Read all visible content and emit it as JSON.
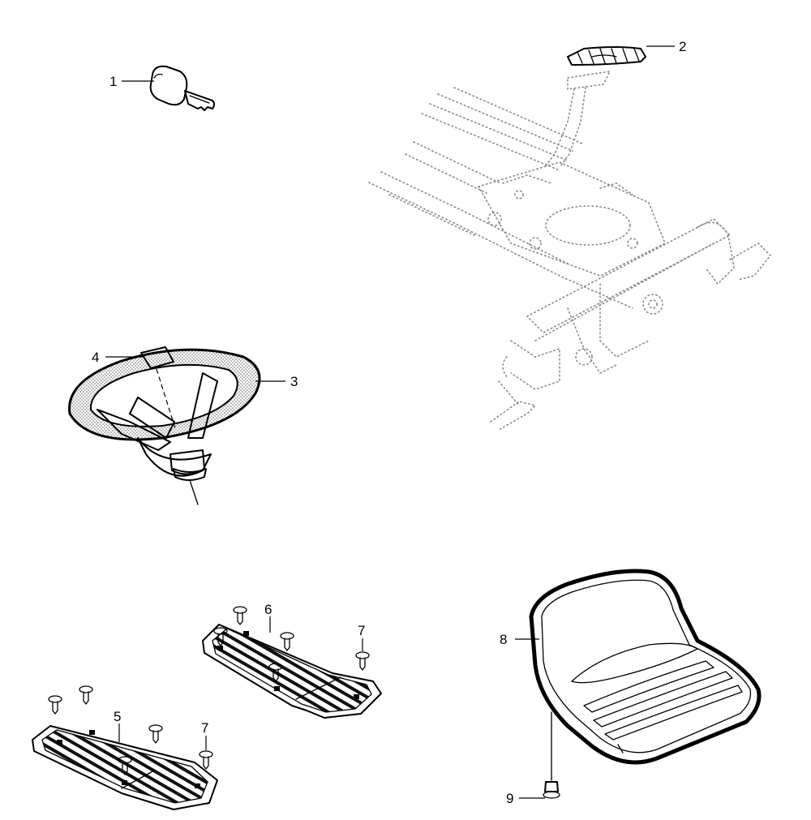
{
  "diagram": {
    "colors": {
      "line": "#000000",
      "stipple": "#bdbdbd",
      "background": "#ffffff",
      "frame_dots": "#8a8a8a"
    },
    "parts": [
      {
        "callout": "1",
        "name": "ignition-key"
      },
      {
        "callout": "2",
        "name": "pedal-pad"
      },
      {
        "callout": "3",
        "name": "steering-wheel"
      },
      {
        "callout": "4",
        "name": "steering-wheel-cap"
      },
      {
        "callout": "5",
        "name": "left-footrest-mat"
      },
      {
        "callout": "6",
        "name": "right-footrest-mat"
      },
      {
        "callout": "7",
        "name": "push-rivet"
      },
      {
        "callout": "7",
        "name": "push-rivet"
      },
      {
        "callout": "8",
        "name": "seat"
      },
      {
        "callout": "9",
        "name": "seat-bolt"
      }
    ]
  }
}
